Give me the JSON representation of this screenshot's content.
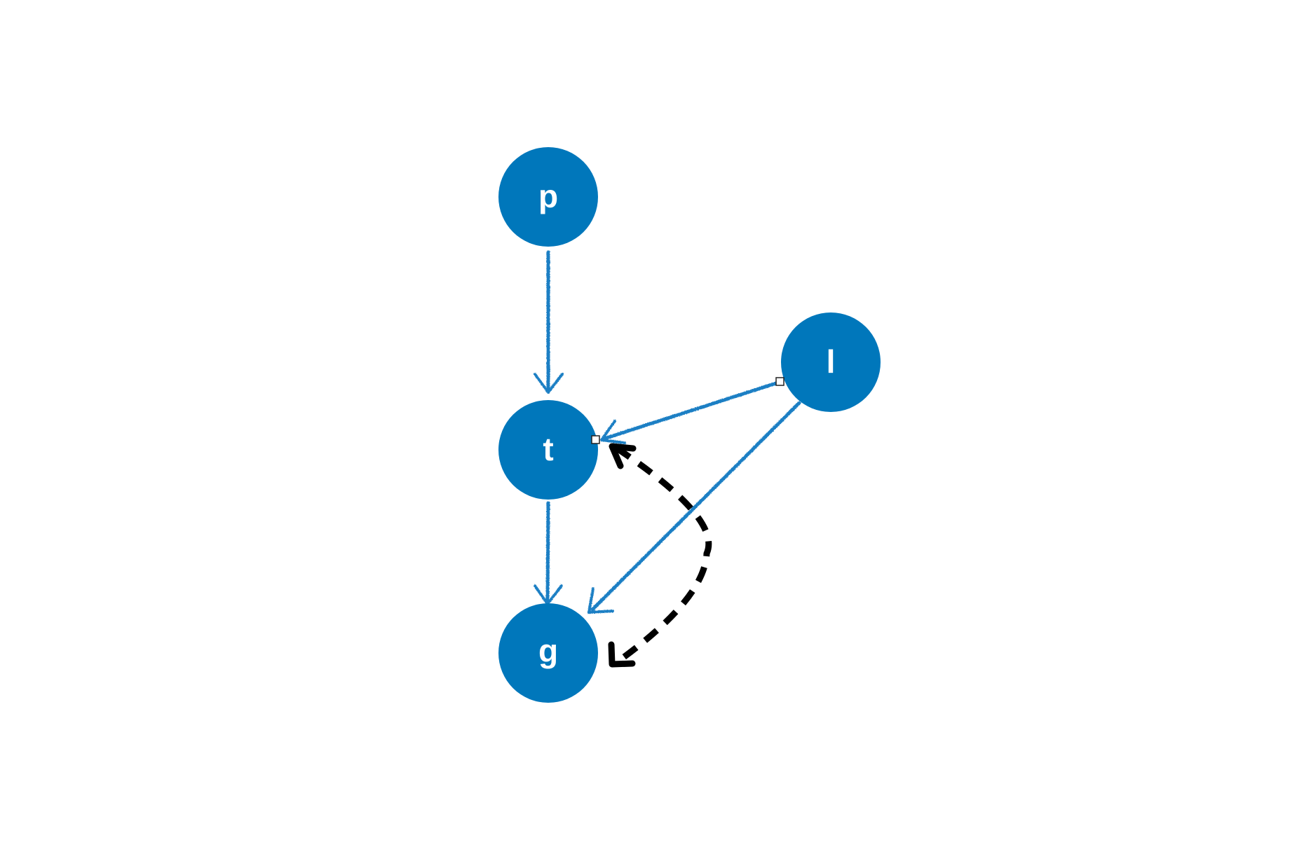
{
  "colors": {
    "node_fill": "#0077bb",
    "edge_stroke": "#1a7fc4",
    "dashed_stroke": "#000000",
    "node_text": "#ffffff"
  },
  "nodes": [
    {
      "id": "p",
      "label": "p"
    },
    {
      "id": "t",
      "label": "t"
    },
    {
      "id": "l",
      "label": "l"
    },
    {
      "id": "g",
      "label": "g"
    }
  ],
  "edges": [
    {
      "from": "p",
      "to": "t",
      "style": "solid"
    },
    {
      "from": "l",
      "to": "t",
      "style": "solid"
    },
    {
      "from": "t",
      "to": "g",
      "style": "solid"
    },
    {
      "from": "l",
      "to": "g",
      "style": "solid"
    },
    {
      "from": "t",
      "to": "g",
      "style": "dashed-bidirectional"
    }
  ]
}
